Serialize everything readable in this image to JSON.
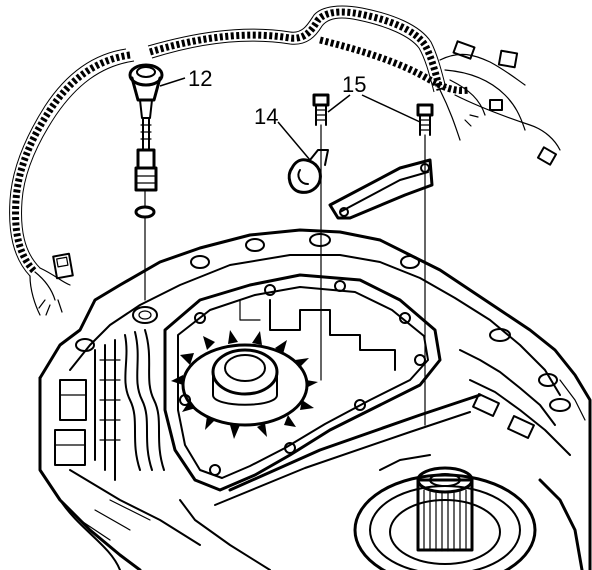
{
  "diagram": {
    "callouts": [
      {
        "id": "12",
        "label": "12"
      },
      {
        "id": "14",
        "label": "14"
      },
      {
        "id": "15",
        "label": "15"
      }
    ],
    "colors": {
      "line": "#000000",
      "background": "#ffffff"
    }
  }
}
